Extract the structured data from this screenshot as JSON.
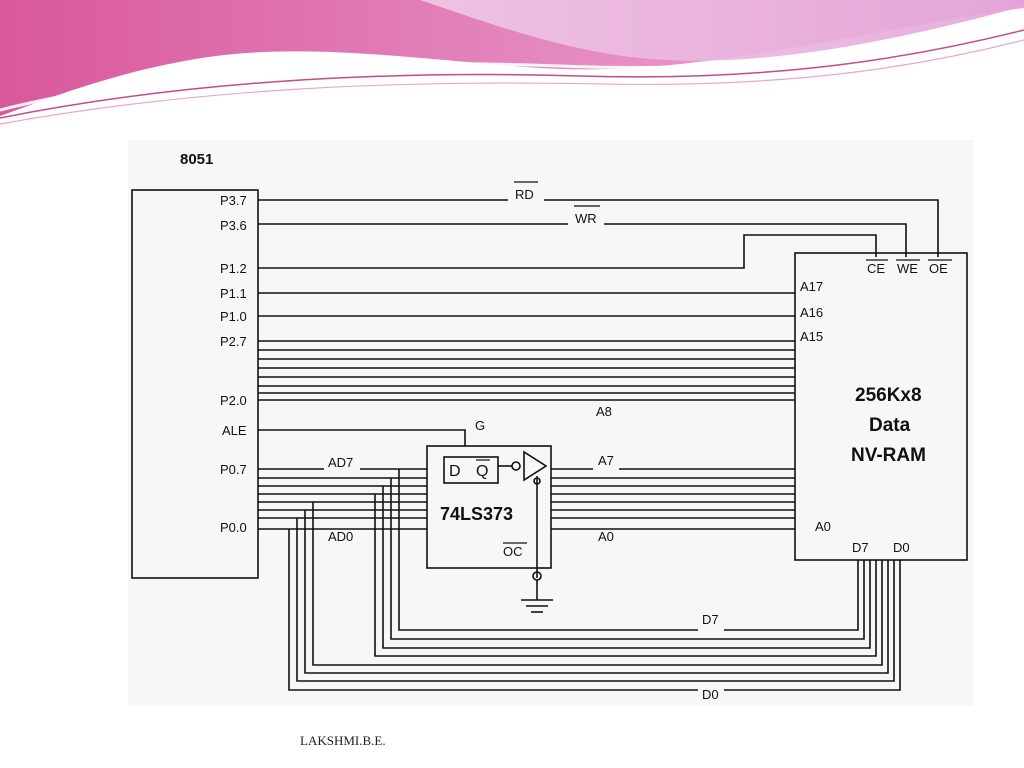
{
  "mcu": {
    "name": "8051",
    "pins": [
      "P3.7",
      "P3.6",
      "P1.2",
      "P1.1",
      "P1.0",
      "P2.7",
      "P2.0",
      "ALE",
      "P0.7",
      "P0.0"
    ]
  },
  "signals": {
    "rd": "RD",
    "wr": "WR",
    "a8": "A8",
    "g": "G",
    "ad7": "AD7",
    "ad0": "AD0",
    "a7": "A7",
    "a0": "A0",
    "d7": "D7",
    "d0": "D0"
  },
  "latch": {
    "name": "74LS373",
    "d": "D",
    "q": "Q",
    "oc": "OC"
  },
  "ram": {
    "title_lines": [
      "256Kx8",
      "Data",
      "NV-RAM"
    ],
    "pins": {
      "ce": "CE",
      "we": "WE",
      "oe": "OE",
      "a17": "A17",
      "a16": "A16",
      "a15": "A15",
      "a0": "A0",
      "d7": "D7",
      "d0": "D0"
    }
  },
  "footer": "LAKSHMI.B.E.",
  "colors": {
    "banner_pink": "#d95b9e",
    "banner_lilac": "#e7a6d6",
    "line": "#111111"
  }
}
